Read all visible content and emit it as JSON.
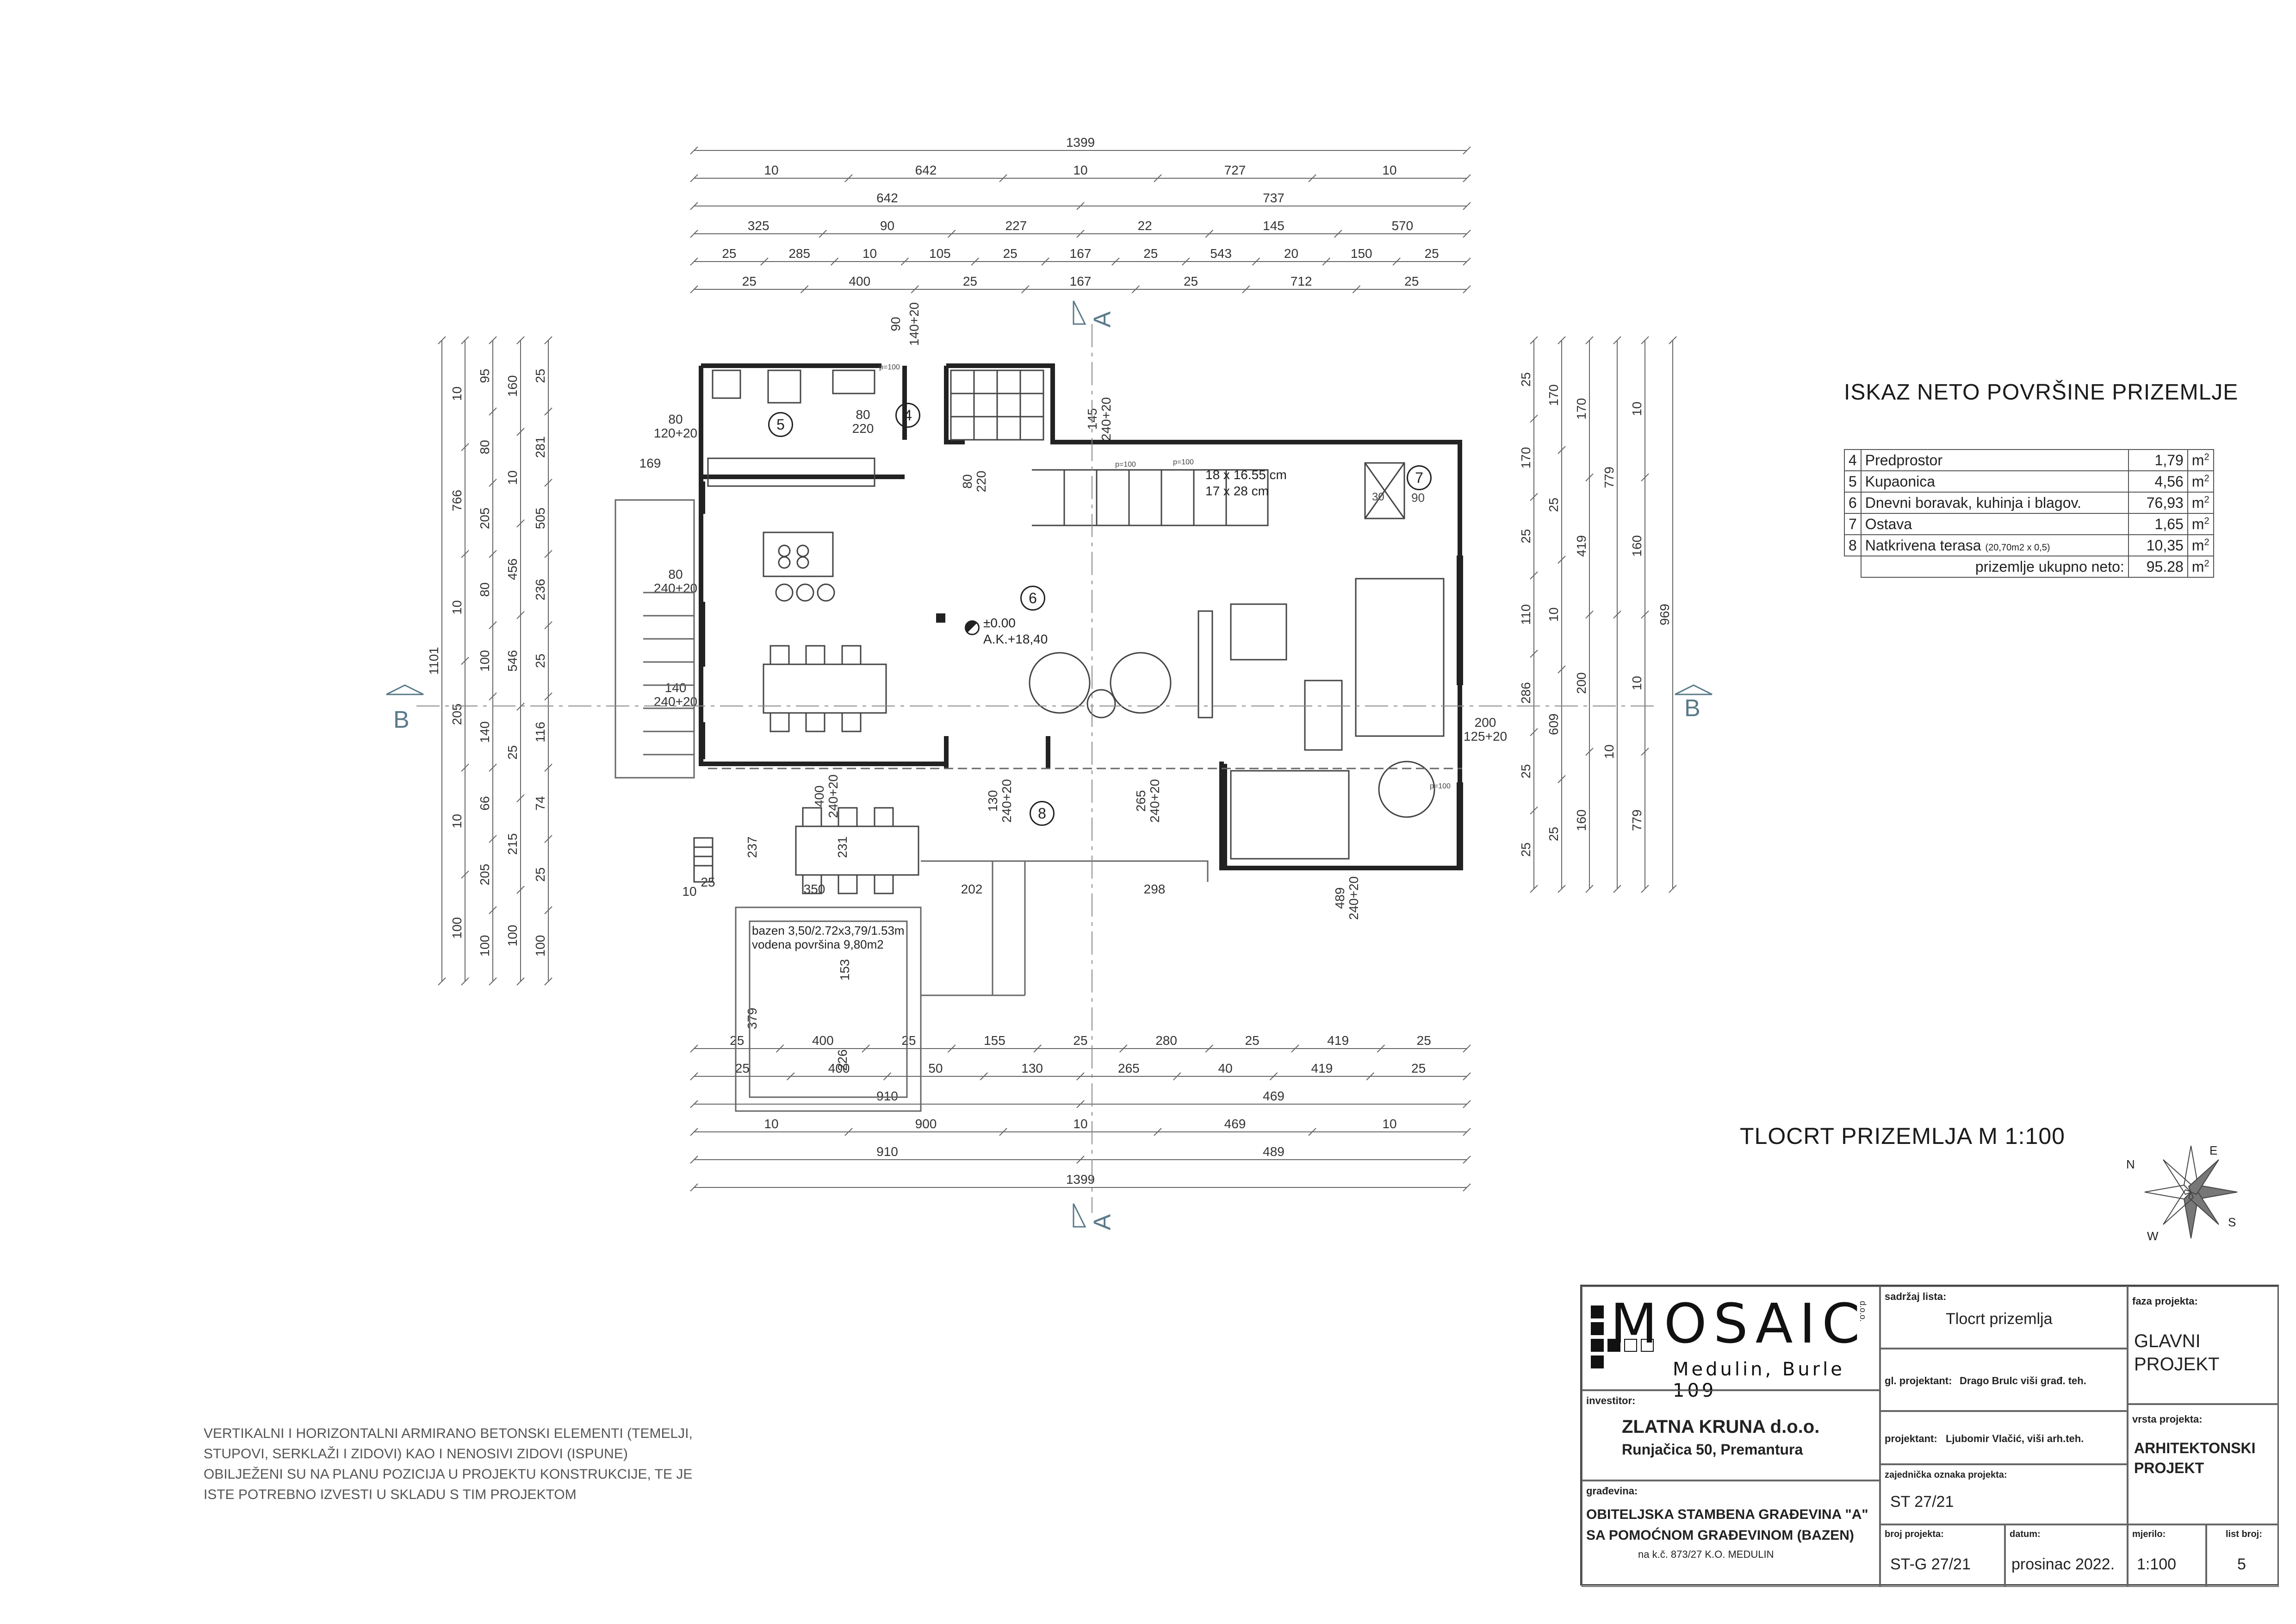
{
  "drawing": {
    "dims_top": {
      "row1": [
        "1399"
      ],
      "row2": [
        "10",
        "642",
        "10",
        "727",
        "10"
      ],
      "row3": [
        "642",
        "737"
      ],
      "row4": [
        "325",
        "90",
        "227",
        "22",
        "145",
        "570"
      ],
      "row5": [
        "25",
        "285",
        "10",
        "105",
        "25",
        "167",
        "25",
        "543",
        "20",
        "150",
        "25"
      ],
      "row6": [
        "25",
        "400",
        "25",
        "167",
        "25",
        "712",
        "25"
      ]
    },
    "dims_bottom": {
      "row1": [
        "25",
        "400",
        "25",
        "155",
        "25",
        "280",
        "25",
        "419",
        "25"
      ],
      "row2": [
        "25",
        "400",
        "50",
        "130",
        "265",
        "40",
        "419",
        "25"
      ],
      "row3": [
        "910",
        "469"
      ],
      "row4": [
        "10",
        "900",
        "10",
        "469",
        "10"
      ],
      "row5": [
        "910",
        "489"
      ],
      "row6": [
        "1399"
      ]
    },
    "dims_left": {
      "col1": [
        "1101"
      ],
      "col2": [
        "10",
        "766",
        "10",
        "205",
        "10",
        "100"
      ],
      "col3": [
        "95",
        "80",
        "205",
        "80",
        "100",
        "140",
        "66",
        "205",
        "100"
      ],
      "col4": [
        "160",
        "10",
        "456",
        "546",
        "25",
        "215",
        "100"
      ],
      "col5": [
        "25",
        "281",
        "505",
        "236",
        "25",
        "116",
        "74",
        "25",
        "100"
      ]
    },
    "dims_right": {
      "col1": [
        "25",
        "170",
        "25",
        "110",
        "286",
        "25",
        "25"
      ],
      "col2": [
        "170",
        "25",
        "10",
        "609",
        "25"
      ],
      "col3": [
        "170",
        "419",
        "200",
        "160"
      ],
      "col4": [
        "779",
        "10"
      ],
      "col5": [
        "10",
        "160",
        "10",
        "779"
      ],
      "col6": [
        "969"
      ]
    },
    "openings": [
      "90",
      "140+20",
      "80",
      "120+20",
      "80",
      "220",
      "80",
      "220",
      "145",
      "240+20",
      "80",
      "240+20",
      "140",
      "240+20",
      "200",
      "125+20",
      "130",
      "240+20",
      "265",
      "240+20",
      "400",
      "240+20",
      "489",
      "240+20"
    ],
    "rooms": [
      "4",
      "5",
      "6",
      "7",
      "8"
    ],
    "level_text": [
      "±0.00",
      "A.K.+18,40"
    ],
    "stair_text": [
      "18 x 16.55 cm",
      "17 x 28 cm"
    ],
    "pool_text": [
      "bazen 3,50/2.72x3,79/1.53m",
      "vodena površina 9,80m2"
    ],
    "pool_dims": [
      "350",
      "202",
      "298",
      "237",
      "231",
      "153",
      "379",
      "226",
      "25",
      "10",
      "169"
    ],
    "section_marks": [
      "A",
      "A",
      "B",
      "B"
    ],
    "compass": [
      "N",
      "E",
      "W",
      "S"
    ],
    "misc": [
      "p=100",
      "p=100",
      "p=100",
      "p=100",
      "30",
      "90"
    ]
  },
  "area_table": {
    "title": "ISKAZ NETO POVRŠINE PRIZEMLJE",
    "rows": [
      {
        "no": "4",
        "name": "Predprostor",
        "extra": "",
        "value": "1,79",
        "unit": "m",
        "exp": "2"
      },
      {
        "no": "5",
        "name": "Kupaonica",
        "extra": "",
        "value": "4,56",
        "unit": "m",
        "exp": "2"
      },
      {
        "no": "6",
        "name": "Dnevni boravak, kuhinja i blagov.",
        "extra": "",
        "value": "76,93",
        "unit": "m",
        "exp": "2"
      },
      {
        "no": "7",
        "name": "Ostava",
        "extra": "",
        "value": "1,65",
        "unit": "m",
        "exp": "2"
      },
      {
        "no": "8",
        "name": "Natkrivena terasa",
        "extra": "(20,70m2 x 0,5)",
        "value": "10,35",
        "unit": "m",
        "exp": "2"
      }
    ],
    "total_label": "prizemlje ukupno neto:",
    "total_value": "95.28",
    "total_unit": "m",
    "total_exp": "2"
  },
  "plan_title": "TLOCRT PRIZEMLJA  M 1:100",
  "note": [
    "VERTIKALNI I HORIZONTALNI ARMIRANO BETONSKI ELEMENTI (TEMELJI,",
    "STUPOVI, SERKLAŽI I ZIDOVI) KAO I NENOSIVI ZIDOVI (ISPUNE)",
    "OBILJEŽENI SU NA PLANU POZICIJA U PROJEKTU KONSTRUKCIJE, TE JE",
    "ISTE POTREBNO IZVESTI U SKLADU S TIM PROJEKTOM"
  ],
  "title_block": {
    "logo": "MOSAIC",
    "logo_suffix": "d.o.o.",
    "logo_address": "Medulin, Burle 109",
    "investor_label": "investitor:",
    "investor_name": "ZLATNA KRUNA d.o.o.",
    "investor_address": "Runjačica 50, Premantura",
    "building_label": "građevina:",
    "building_line1": "OBITELJSKA STAMBENA GRAĐEVINA \"A\"",
    "building_line2": "SA POMOĆNOM GRAĐEVINOM (BAZEN)",
    "building_line3": "na k.č. 873/27 K.O. MEDULIN",
    "content_label": "sadržaj lista:",
    "content_value": "Tlocrt prizemlja",
    "chief_label": "gl. projektant:",
    "chief_value": "Drago Brulc  viši građ. teh.",
    "designer_label": "projektant:",
    "designer_value": "Ljubomir Vlačić, viši arh.teh.",
    "joint_label": "zajednička oznaka projekta:",
    "joint_value": "ST 27/21",
    "project_no_label": "broj projekta:",
    "project_no_value": "ST-G 27/21",
    "date_label": "datum:",
    "date_value": "prosinac 2022.",
    "scale_label": "mjerilo:",
    "scale_value": "1:100",
    "sheet_label": "list broj:",
    "sheet_value": "5",
    "phase_label": "faza projekta:",
    "phase_value1": "GLAVNI",
    "phase_value2": "PROJEKT",
    "type_label": "vrsta projekta:",
    "type_value1": "ARHITEKTONSKI",
    "type_value2": "PROJEKT"
  }
}
